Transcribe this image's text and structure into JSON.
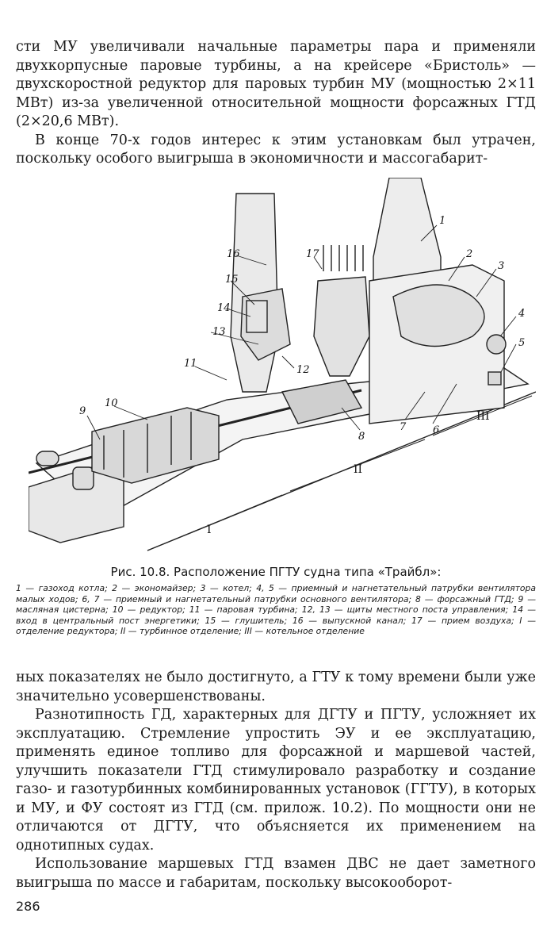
{
  "text": {
    "para_top_1": "сти МУ увеличивали начальные параметры пара и применяли двухкорпусные паровые турбины, а на крейсере «Бристоль» — двухскоростной редуктор для паровых турбин МУ (мощностью 2×11 МВт) из-за увеличенной относительной мощности форсажных ГТД (2×20,6 МВт).",
    "para_top_2": "В конце 70-х годов интерес к этим установкам был утрачен, поскольку особого выигрыша в экономичности и массогабарит-",
    "para_bottom_1": "ных показателях не было достигнуто, а ГТУ к тому времени были уже значительно усовершенствованы.",
    "para_bottom_2": "Разнотипность ГД, характерных для ДГТУ и ПГТУ, усложняет их эксплуатацию. Стремление упростить ЭУ и ее эксплуатацию, применять единое топливо для форсажной и маршевой частей, улучшить показатели ГТД стимулировало разработку и создание газо- и газотурбинных комбинированных установок (ГГТУ), в которых и МУ, и ФУ состоят из ГТД (см. прилож. 10.2). По мощности они не отличаются от ДГТУ, что объясняется их применением на однотипных судах.",
    "para_bottom_3": "Использование маршевых ГТД взамен ДВС не дает заметного выигрыша по массе и габаритам, поскольку высокооборот-"
  },
  "figure": {
    "caption_title": "Рис. 10.8. Расположение ПГТУ судна типа «Трайбл»:",
    "caption_legend": "1 — газоход котла; 2 — экономайзер; 3 — котел; 4, 5 — приемный и нагнетательный патрубки вентилятора малых ходов; 6, 7 — приемный и нагнетательный патрубки основного вентилятора; 8 — форсажный ГТД; 9 — масляная цистерна; 10 — редуктор; 11 — паровая турбина; 12, 13 — щиты местного поста управления; 14 — вход в центральный пост энергетики; 15 — глушитель; 16 — выпускной канал; 17 — прием воздуха; I — отделение редуктора; II — турбинное отделение; III — котельное отделение",
    "labels": {
      "n1": "1",
      "n2": "2",
      "n3": "3",
      "n4": "4",
      "n5": "5",
      "n6": "6",
      "n7": "7",
      "n8": "8",
      "n9": "9",
      "n10": "10",
      "n11": "11",
      "n12": "12",
      "n13": "13",
      "n14": "14",
      "n15": "15",
      "n16": "16",
      "n17": "17"
    },
    "sections": {
      "s1": "I",
      "s2": "II",
      "s3": "III"
    }
  },
  "page_number": "286"
}
